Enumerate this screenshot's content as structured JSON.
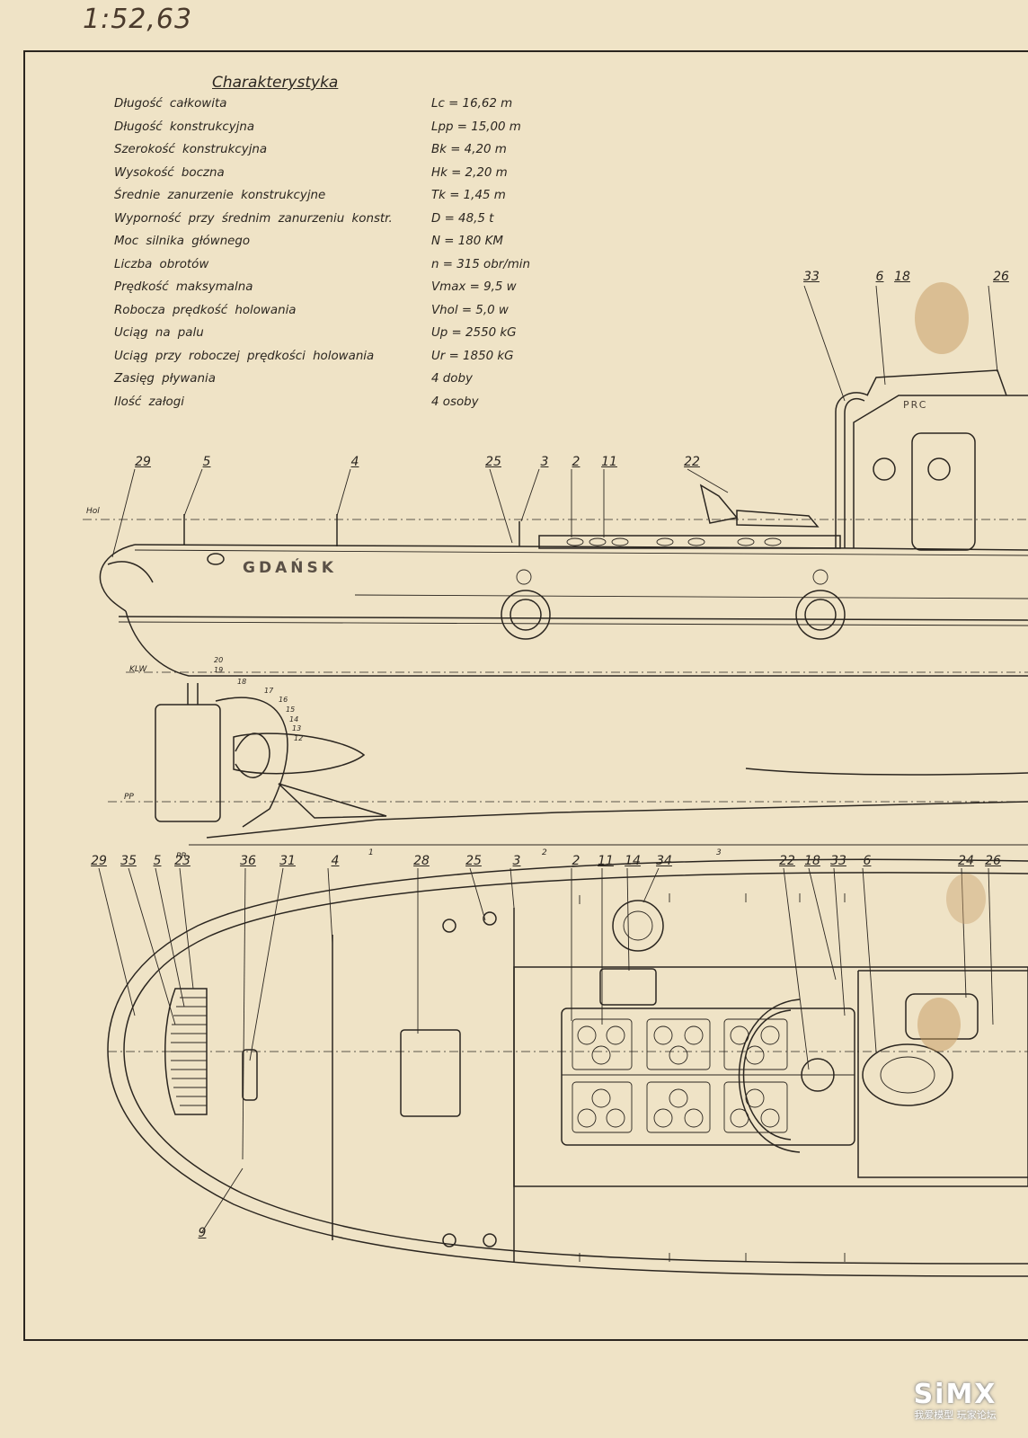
{
  "scale_note": "1:52,63",
  "spec": {
    "title": "Charakterystyka",
    "rows": [
      {
        "label": "Długość całkowita",
        "value": "Lc = 16,62 m"
      },
      {
        "label": "Długość konstrukcyjna",
        "value": "Lpp = 15,00 m"
      },
      {
        "label": "Szerokość konstrukcyjna",
        "value": "Bk = 4,20 m"
      },
      {
        "label": "Wysokość boczna",
        "value": "Hk = 2,20 m"
      },
      {
        "label": "Średnie zanurzenie konstrukcyjne",
        "value": "Tk = 1,45 m"
      },
      {
        "label": "Wyporność przy średnim zanurzeniu konstr.",
        "value": "D = 48,5 t"
      },
      {
        "label": "Moc silnika głównego",
        "value": "N = 180 KM"
      },
      {
        "label": "Liczba obrotów",
        "value": "n = 315 obr/min"
      },
      {
        "label": "Prędkość maksymalna",
        "value": "Vmax = 9,5 w"
      },
      {
        "label": "Robocza prędkość holowania",
        "value": "Vhol = 5,0 w"
      },
      {
        "label": "Uciąg na palu",
        "value": "Up = 2550 kG"
      },
      {
        "label": "Uciąg przy roboczej prędkości holowania",
        "value": "Ur = 1850 kG"
      },
      {
        "label": "Zasięg pływania",
        "value": "4 doby"
      },
      {
        "label": "Ilość załogi",
        "value": "4 osoby"
      }
    ]
  },
  "hull_name": "GDAŃSK",
  "funnel_mark": "PRC",
  "side_callouts": [
    "29",
    "5",
    "4",
    "25",
    "3",
    "2",
    "11",
    "22",
    "33",
    "6",
    "18",
    "26"
  ],
  "plan_callouts": [
    "29",
    "35",
    "5",
    "23",
    "36",
    "31",
    "4",
    "28",
    "25",
    "3",
    "2",
    "11",
    "14",
    "34",
    "22",
    "18",
    "33",
    "6",
    "24",
    "26"
  ],
  "bottom_callout": "9",
  "waterlines": {
    "hol": "Hol",
    "klw": "KLW",
    "pp": "PP",
    "pr": "PR",
    "stations": [
      "1",
      "2",
      "3"
    ],
    "wl_numbers": [
      "20",
      "19",
      "18",
      "17",
      "16",
      "15",
      "14",
      "13",
      "12"
    ]
  },
  "watermark": {
    "main": "SiMX",
    "sub": "我爱模型 玩家论坛"
  }
}
